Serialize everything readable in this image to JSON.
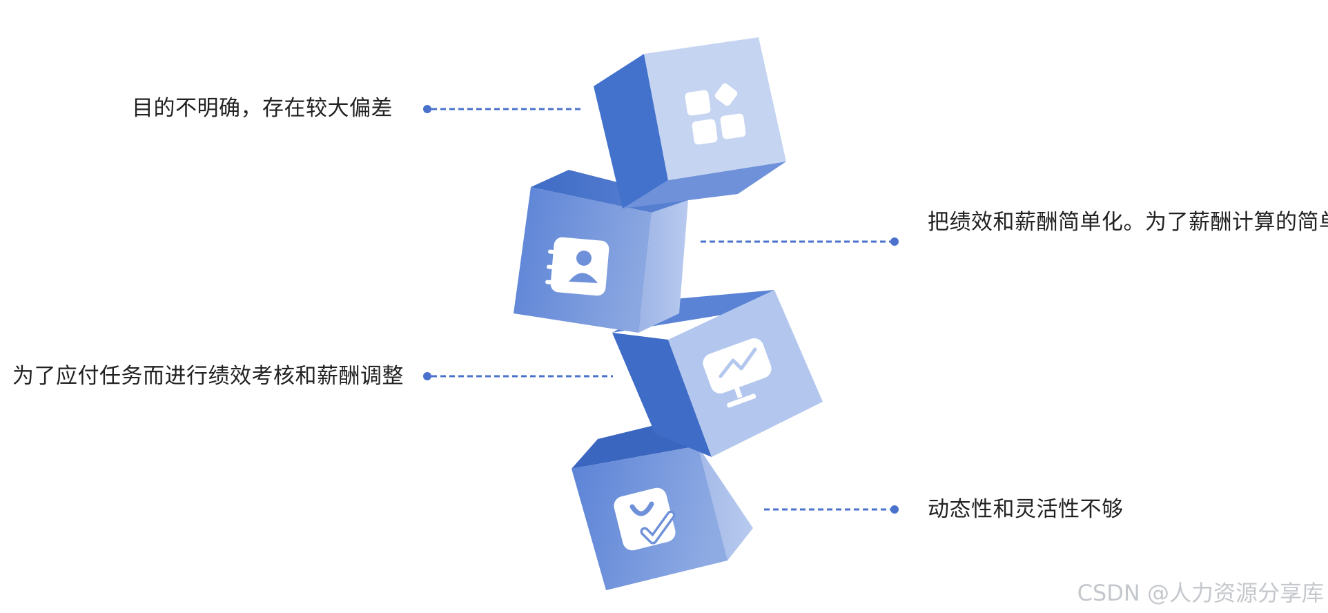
{
  "labels": [
    {
      "id": "label-1",
      "text": "目的不明确，存在较大偏差",
      "icon": "apps-grid-icon"
    },
    {
      "id": "label-2",
      "text": "把绩效和薪酬简单化。为了薪酬计算的简单化",
      "icon": "contact-book-icon"
    },
    {
      "id": "label-3",
      "text": "为了应付任务而进行绩效考核和薪酬调整",
      "icon": "monitor-chart-icon"
    },
    {
      "id": "label-4",
      "text": "动态性和灵活性不够",
      "icon": "shopping-bag-check-icon"
    }
  ],
  "watermark": "CSDN @人力资源分享库",
  "colors": {
    "connector": "#4a72cc",
    "face_dark": "#4272cc",
    "face_mid": "#6f91d9",
    "face_light": "#c5d4f1"
  }
}
